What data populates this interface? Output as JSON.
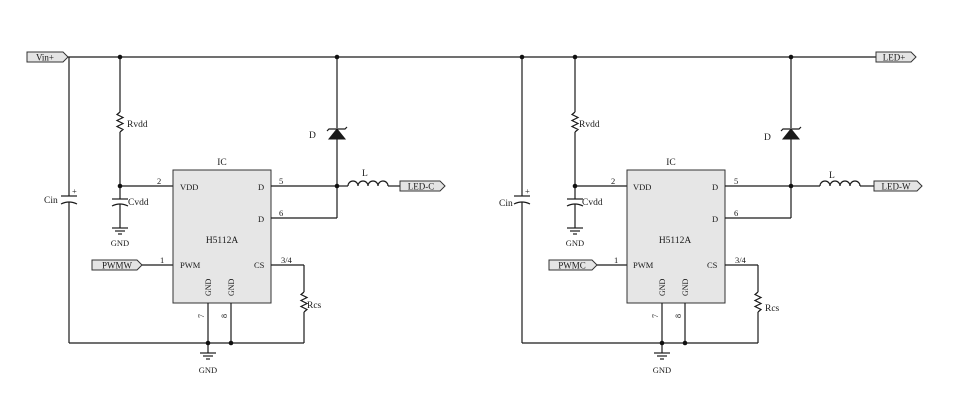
{
  "ports": {
    "vin": "Vin+",
    "led_plus": "LED+",
    "led_c": "LED-C",
    "led_w": "LED-W",
    "pwmw": "PWMW",
    "pwmc": "PWMC"
  },
  "left": {
    "ic_title": "IC",
    "ic_part": "H5112A",
    "pins": {
      "vdd": "VDD",
      "d1": "D",
      "d2": "D",
      "pwm": "PWM",
      "cs": "CS",
      "gnd1": "GND",
      "gnd2": "GND"
    },
    "pin_numbers": {
      "vdd": "2",
      "d1": "5",
      "d2": "6",
      "pwm": "1",
      "cs": "3/4",
      "gnd1": "7",
      "gnd2": "8"
    },
    "components": {
      "rvdd": "Rvdd",
      "cvdd": "Cvdd",
      "cin": "Cin",
      "diode": "D",
      "inductor": "L",
      "rcs": "Rcs",
      "cap_plus": "+"
    },
    "grounds": {
      "cvdd_gnd": "GND",
      "main_gnd": "GND"
    }
  },
  "right": {
    "ic_title": "IC",
    "ic_part": "H5112A",
    "pins": {
      "vdd": "VDD",
      "d1": "D",
      "d2": "D",
      "pwm": "PWM",
      "cs": "CS",
      "gnd1": "GND",
      "gnd2": "GND"
    },
    "pin_numbers": {
      "vdd": "2",
      "d1": "5",
      "d2": "6",
      "pwm": "1",
      "cs": "3/4",
      "gnd1": "7",
      "gnd2": "8"
    },
    "components": {
      "rvdd": "Rvdd",
      "cvdd": "Cvdd",
      "cin": "Cin",
      "diode": "D",
      "inductor": "L",
      "rcs": "Rcs",
      "cap_plus": "+"
    },
    "grounds": {
      "cvdd_gnd": "GND",
      "main_gnd": "GND"
    }
  }
}
